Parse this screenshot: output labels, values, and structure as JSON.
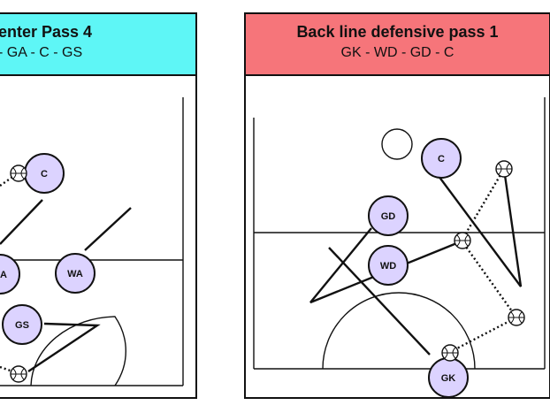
{
  "colors": {
    "left_header": "#5ef6f6",
    "right_header": "#f6757a",
    "player_fill": "#dcd3ff",
    "line": "#111111"
  },
  "left_card": {
    "title": "enter Pass 4",
    "subtitle": "- GA - C - GS",
    "players": [
      {
        "label": "C"
      },
      {
        "label": "A"
      },
      {
        "label": "WA"
      },
      {
        "label": "GS"
      }
    ]
  },
  "right_card": {
    "title": "Back line defensive pass 1",
    "subtitle": "GK - WD - GD - C",
    "players": [
      {
        "label": "C"
      },
      {
        "label": "GD"
      },
      {
        "label": "WD"
      },
      {
        "label": "GK"
      }
    ]
  }
}
